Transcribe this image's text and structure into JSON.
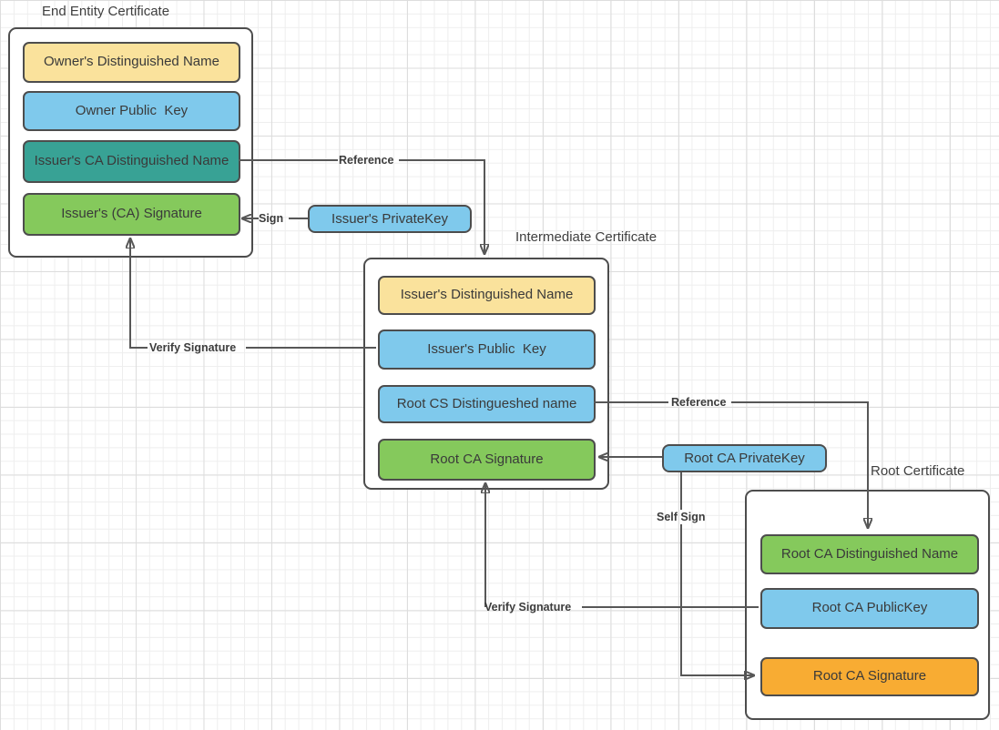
{
  "colors": {
    "yellow": "#FAE29C",
    "blue": "#7FC9EC",
    "teal": "#38A295",
    "green": "#85C95C",
    "orange": "#F8AC33",
    "container_fill": "#FFFFFF",
    "node_border": "#4D4D4D",
    "connector": "#575757",
    "text": "#3F3F3F"
  },
  "diagram": {
    "containers": [
      {
        "title": "End Entity Certificate",
        "fields": [
          {
            "label": "Owner's Distinguished Name",
            "color": "yellow"
          },
          {
            "label": "Owner Public  Key",
            "color": "blue"
          },
          {
            "label": "Issuer's CA Distinguished Name",
            "color": "teal"
          },
          {
            "label": "Issuer's (CA) Signature",
            "color": "green"
          }
        ]
      },
      {
        "title": "Intermediate Certificate",
        "fields": [
          {
            "label": "Issuer's Distinguished Name",
            "color": "yellow"
          },
          {
            "label": "Issuer's Public  Key",
            "color": "blue"
          },
          {
            "label": "Root CS Distingueshed name",
            "color": "blue"
          },
          {
            "label": "Root CA Signature",
            "color": "green"
          }
        ]
      },
      {
        "title": "Root Certificate",
        "fields": [
          {
            "label": "Root CA Distinguished Name",
            "color": "green"
          },
          {
            "label": "Root CA PublicKey",
            "color": "blue"
          },
          {
            "label": "Root CA Signature",
            "color": "orange"
          }
        ]
      }
    ],
    "keys": [
      {
        "label": "Issuer's PrivateKey",
        "color": "blue"
      },
      {
        "label": "Root CA PrivateKey",
        "color": "blue"
      }
    ],
    "edge_labels": {
      "sign": "Sign",
      "reference_1": "Reference",
      "verify_signature_1": "Verify Signature",
      "reference_2": "Reference",
      "self_sign": "Self Sign",
      "verify_signature_2": "Verify Signature"
    }
  }
}
